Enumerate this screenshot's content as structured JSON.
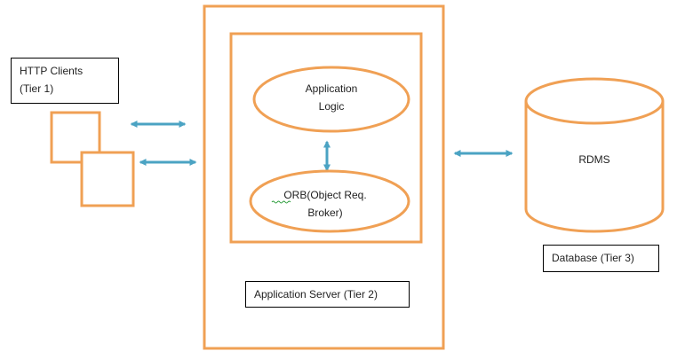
{
  "colors": {
    "shape_stroke": "#F0A054",
    "arrow": "#4BA3C3",
    "text": "#1f1f1f",
    "box_border": "#000000"
  },
  "labels": {
    "http_clients_line1": "HTTP Clients",
    "http_clients_line2": "(Tier 1)",
    "app_logic_line1": "Application",
    "app_logic_line2": "Logic",
    "orb_line1": "ORB(Object Req.",
    "orb_line2": "Broker)",
    "rdms": "RDMS",
    "database": "Database (Tier 3)",
    "app_server": "Application Server (Tier 2)"
  }
}
